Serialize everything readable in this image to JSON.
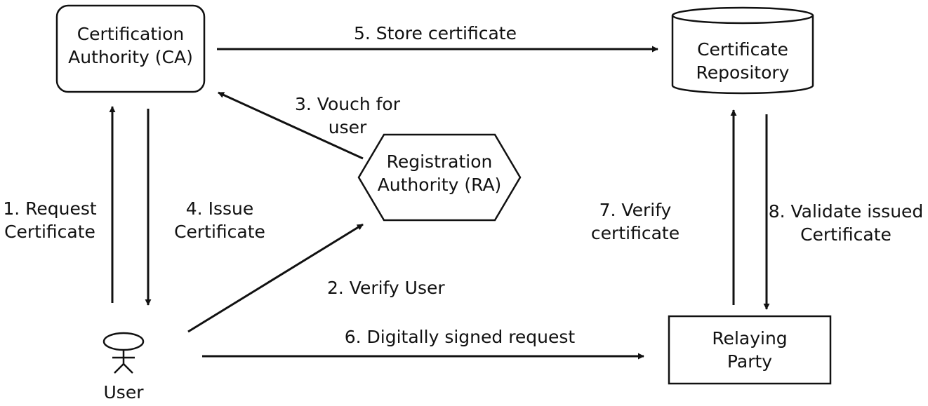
{
  "nodes": {
    "ca": [
      "Certification",
      "Authority (CA)"
    ],
    "repository": [
      "Certificate",
      "Repository"
    ],
    "ra": [
      "Registration",
      "Authority (RA)"
    ],
    "user": [
      "User"
    ],
    "relaying_party": [
      "Relaying",
      "Party"
    ]
  },
  "edges": {
    "request_certificate": [
      "1. Request",
      "Certificate"
    ],
    "verify_user": [
      "2. Verify User"
    ],
    "vouch_for_user": [
      "3. Vouch for",
      "user"
    ],
    "issue_certificate": [
      "4. Issue",
      "Certificate"
    ],
    "store_certificate": [
      "5. Store certificate"
    ],
    "digitally_signed_request": [
      "6. Digitally signed request"
    ],
    "verify_certificate": [
      "7. Verify",
      "certificate"
    ],
    "validate_certificate": [
      "8. Validate issued",
      "Certificate"
    ]
  },
  "colors": {
    "stroke": "#111111",
    "text": "#111111",
    "background": "#ffffff"
  }
}
